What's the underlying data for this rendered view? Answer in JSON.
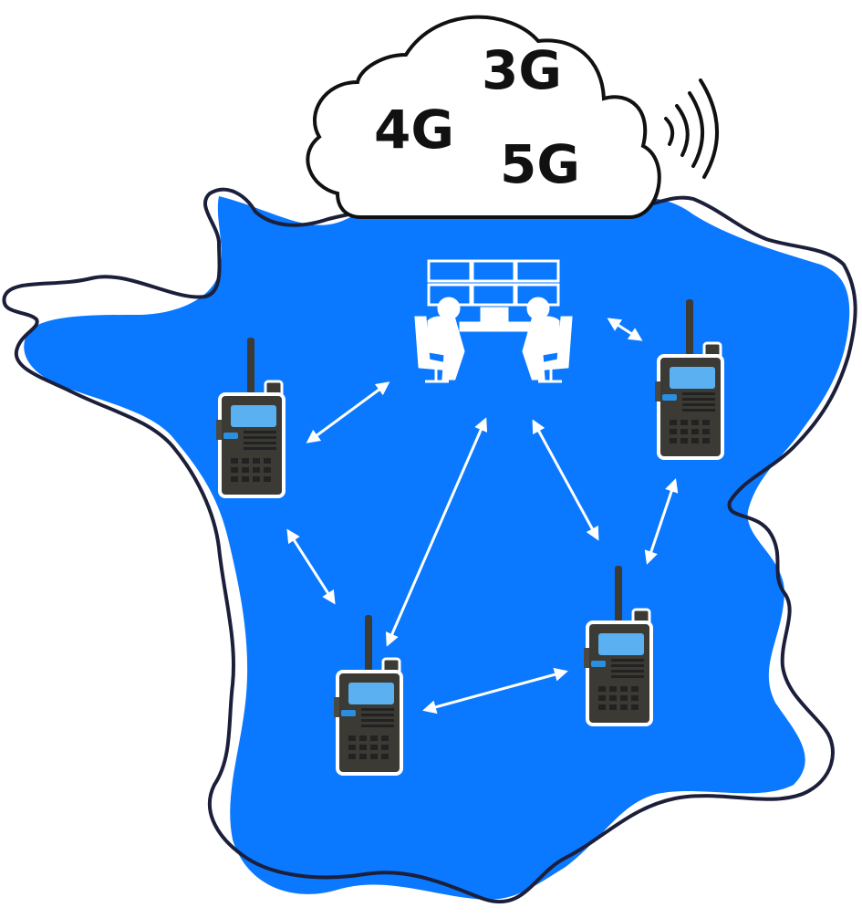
{
  "cloud": {
    "labels": [
      "3G",
      "4G",
      "5G"
    ]
  },
  "icons": {
    "map": "france-map",
    "dispatch": "dispatch-center-icon",
    "radio": "walkie-talkie-icon",
    "signal": "wireless-signal-icon"
  },
  "colors": {
    "map_fill": "#0a78ff",
    "outline": "#1c1f3a",
    "arrow": "#ffffff",
    "radio_body": "#3b3a34",
    "radio_screen": "#5ab0f0",
    "cloud_fill": "#ffffff",
    "text": "#111111"
  }
}
